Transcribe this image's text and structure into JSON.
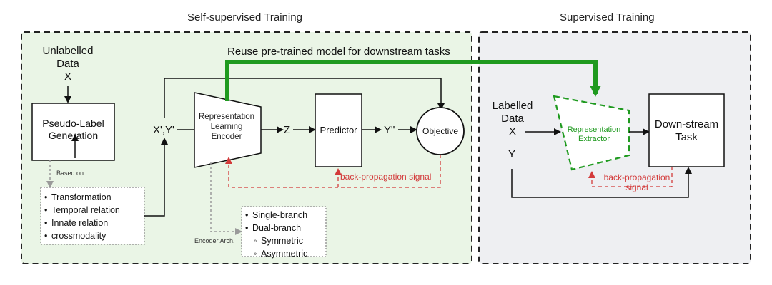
{
  "sections": {
    "self_supervised": "Self-supervised Training",
    "supervised": "Supervised Training"
  },
  "reuse_label": "Reuse pre-trained model for downstream tasks",
  "unlabelled": {
    "line1": "Unlabelled",
    "line2": "Data",
    "var": "X"
  },
  "pseudo_label": {
    "line1": "Pseudo-Label",
    "line2": "Generation"
  },
  "based_on": "Based on",
  "pseudo_methods": [
    "Transformation",
    "Temporal relation",
    "Innate relation",
    "crossmodality"
  ],
  "xy_prime": "X',Y'",
  "encoder": {
    "line1": "Representation",
    "line2": "Learning",
    "line3": "Encoder"
  },
  "z_label": "Z",
  "predictor": "Predictor",
  "y_double": "Y\"",
  "objective": "Objective",
  "backprop_left": "back-propagation signal",
  "encoder_arch": "Encoder Arch.",
  "arch_options": {
    "single": "Single-branch",
    "dual": "Dual-branch",
    "symmetric": "Symmetric",
    "asymmetric": "Asymmetric"
  },
  "labelled": {
    "line1": "Labelled",
    "line2": "Data",
    "x": "X",
    "y": "Y"
  },
  "extractor": {
    "line1": "Representation",
    "line2": "Extractor"
  },
  "downstream": {
    "line1": "Down-stream",
    "line2": "Task"
  },
  "backprop_right": {
    "line1": "back-propagation",
    "line2": "signal"
  },
  "colors": {
    "green_panel": "#eaf5e6",
    "grey_panel": "#eeeff2",
    "reuse_arrow": "#1f9a1f",
    "backprop": "#d33a3a",
    "dotted": "#9a9a9a"
  }
}
